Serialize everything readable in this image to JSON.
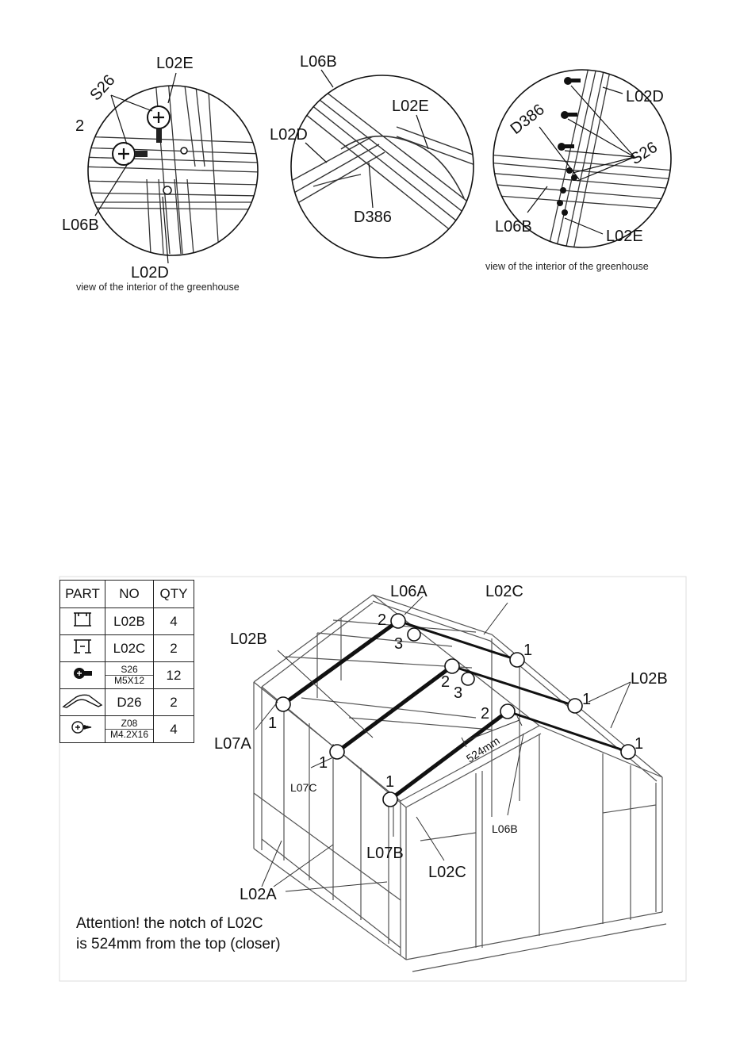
{
  "detail1": {
    "step": "2",
    "labels": {
      "l02e": "L02E",
      "s26": "S26",
      "l06b": "L06B",
      "l02d": "L02D"
    },
    "caption": "view of the interior of the greenhouse"
  },
  "detail2": {
    "labels": {
      "l06b": "L06B",
      "l02e": "L02E",
      "l02d": "L02D",
      "d386": "D386"
    }
  },
  "detail3": {
    "labels": {
      "l02d": "L02D",
      "d386": "D386",
      "s26": "S26",
      "l06b": "L06B",
      "l02e": "L02E"
    },
    "caption": "view of the interior of the greenhouse"
  },
  "parts_table": {
    "headers": [
      "PART",
      "NO",
      "QTY"
    ],
    "rows": [
      {
        "icon": "profile-icon",
        "no": "L02B",
        "qty": "4"
      },
      {
        "icon": "profile-icon",
        "no": "L02C",
        "qty": "2"
      },
      {
        "icon": "bolt-icon",
        "no": "S26",
        "no_sub": "M5X12",
        "qty": "12"
      },
      {
        "icon": "bracket-icon",
        "no": "D26",
        "qty": "2"
      },
      {
        "icon": "screw-icon",
        "no": "Z08",
        "no_sub": "M4.2X16",
        "qty": "4"
      }
    ]
  },
  "main_diagram": {
    "labels": {
      "l06a": "L06A",
      "l02c_top": "L02C",
      "l02b_left": "L02B",
      "l02b_right": "L02B",
      "l07a": "L07A",
      "l07c": "L07C",
      "l07b": "L07B",
      "l02c_bottom": "L02C",
      "l06b": "L06B",
      "l02a": "L02A",
      "dim": "524mm"
    },
    "nums": {
      "n1": "1",
      "n2": "2",
      "n3": "3"
    },
    "attention": [
      "Attention! the notch of L02C",
      "is 524mm from the top (closer)"
    ]
  }
}
